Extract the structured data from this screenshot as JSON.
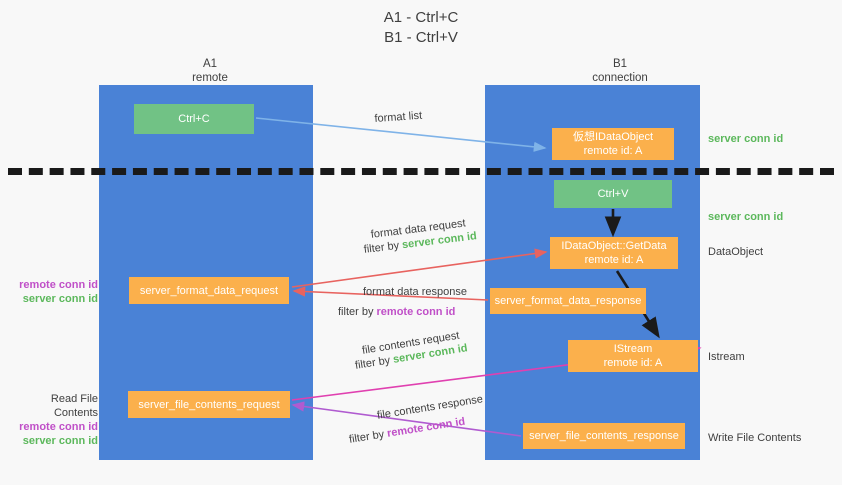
{
  "title": {
    "line1": "A1 - Ctrl+C",
    "line2": "B1 - Ctrl+V"
  },
  "columns": {
    "left": {
      "name": "A1",
      "role": "remote"
    },
    "right": {
      "name": "B1",
      "role": "connection"
    }
  },
  "nodes": {
    "ctrl_c": {
      "label": "Ctrl+C",
      "color": "#71c285"
    },
    "virtual_idataobject": {
      "line1": "仮想IDataObject",
      "line2": "remote id: A",
      "color": "#fbb04c"
    },
    "ctrl_v": {
      "label": "Ctrl+V",
      "color": "#71c285"
    },
    "getdata": {
      "line1": "IDataObject::GetData",
      "line2": "remote id: A",
      "color": "#fbb04c"
    },
    "server_format_data_request": {
      "label": "server_format_data_request",
      "color": "#fbb04c"
    },
    "server_format_data_response": {
      "label": "server_format_data_response",
      "color": "#fbb04c"
    },
    "istream": {
      "line1": "IStream",
      "line2": "remote id: A",
      "color": "#fbb04c"
    },
    "server_file_contents_request": {
      "label": "server_file_contents_request",
      "color": "#fbb04c"
    },
    "server_file_contents_response": {
      "label": "server_file_contents_response",
      "color": "#fbb04c"
    }
  },
  "edges": {
    "format_list": {
      "caption": "format list",
      "color": "#7fb3e8"
    },
    "format_data_request": {
      "caption": "format data request",
      "filter_prefix": "filter by ",
      "filter_value": "server conn id",
      "color": "#e8635f"
    },
    "format_data_response": {
      "caption": "format data response",
      "filter_prefix": "filter by ",
      "filter_value": "remote conn id",
      "color": "#e8635f"
    },
    "file_contents_request": {
      "caption": "file contents request",
      "filter_prefix": "filter by ",
      "filter_value": "server conn id",
      "color": "#e040b0"
    },
    "file_contents_response": {
      "caption": "file contents response",
      "filter_prefix": "filter by ",
      "filter_value": "remote conn id",
      "color": "#b05bd0"
    }
  },
  "annotations": {
    "server_conn_id_top": "server conn id",
    "server_conn_id_mid": "server conn id",
    "dataobject": "DataObject",
    "istream": "Istream",
    "write_file_contents": "Write File Contents",
    "read_file_contents": "Read File Contents",
    "remote_conn_id": "remote conn id",
    "server_conn_id": "server conn id"
  },
  "colors": {
    "lane": "#4a82d6",
    "green_text": "#5cb85c",
    "purple_text": "#c050c8",
    "background": "#f8f8f8",
    "dashed_line": "#1a1a1a"
  }
}
